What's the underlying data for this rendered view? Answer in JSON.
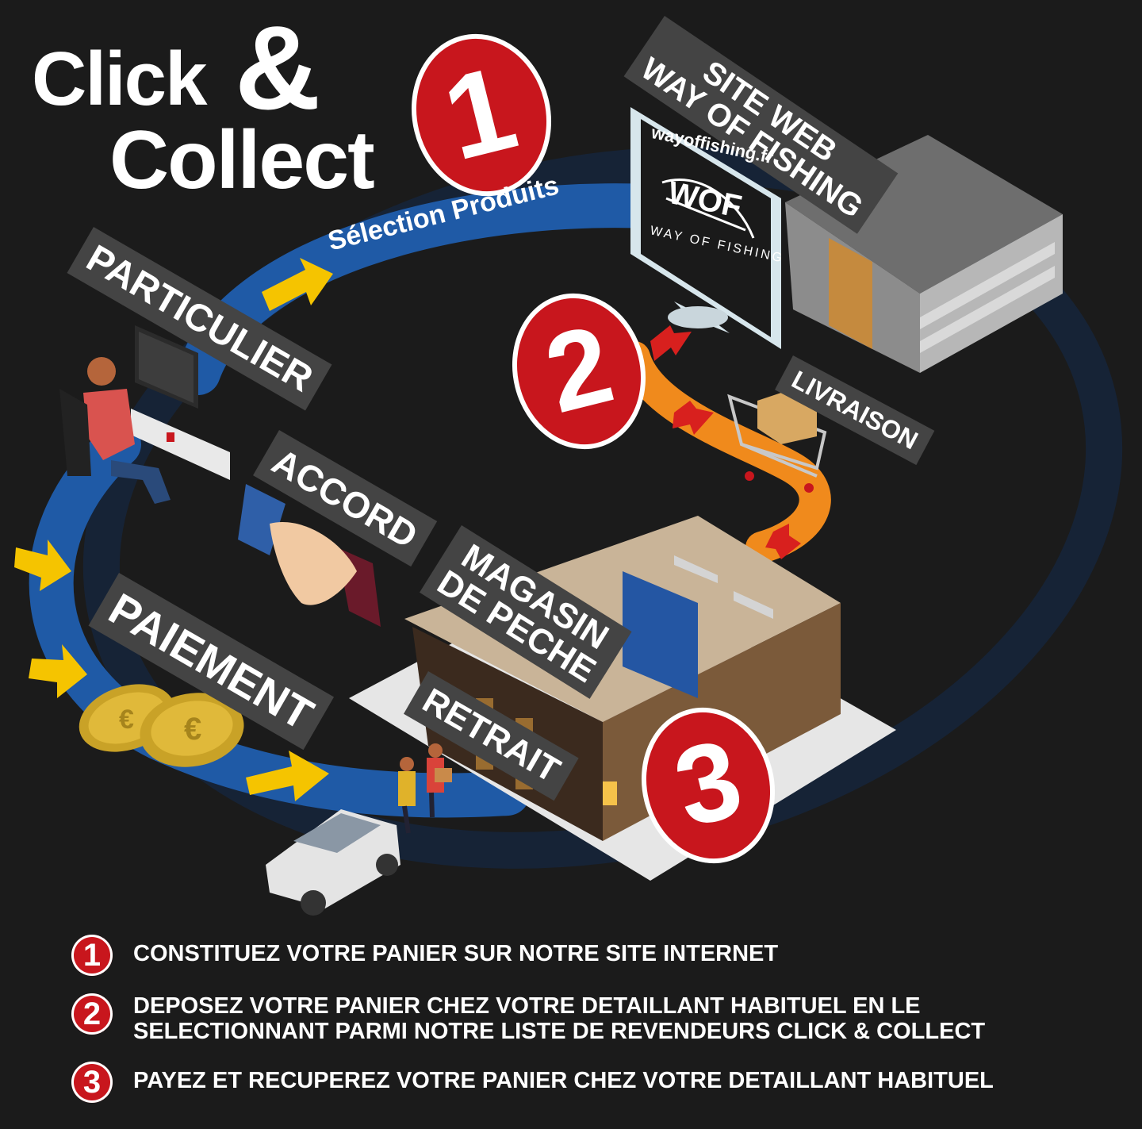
{
  "title": {
    "click": "Click",
    "amp": "&",
    "collect": "Collect"
  },
  "labels": {
    "site_web": "SITE WEB\nWAY OF FISHING",
    "particulier": "PARTICULIER",
    "livraison": "LIVRAISON",
    "accord": "ACCORD",
    "magasin": "MAGASIN\nDE PECHE",
    "paiement": "PAIEMENT",
    "retrait": "RETRAIT",
    "selection_produits": "Sélection Produits"
  },
  "website": {
    "url": "wayoffishing.fr",
    "brand": "WAY OF FISHING",
    "logo": "WOF"
  },
  "big_numbers": [
    "1",
    "2",
    "3"
  ],
  "steps": [
    {
      "number": "1",
      "text": "CONSTITUEZ VOTRE PANIER SUR NOTRE SITE INTERNET"
    },
    {
      "number": "2",
      "text": "DEPOSEZ VOTRE PANIER CHEZ VOTRE DETAILLANT HABITUEL EN LE SELECTIONNANT PARMI NOTRE LISTE DE REVENDEURS CLICK & COLLECT"
    },
    {
      "number": "3",
      "text": "PAYEZ ET RECUPEREZ VOTRE PANIER CHEZ VOTRE DETAILLANT HABITUEL"
    }
  ],
  "colors": {
    "background": "#1b1b1b",
    "badge_red": "#c8161d",
    "flow_blue": "#1f5aa6",
    "arrow_yellow": "#f5c400",
    "flow_orange": "#f08a1c",
    "label_grey": "#444444"
  },
  "icons": [
    "website-monitor-icon",
    "warehouse-icon",
    "shopping-cart-icon",
    "handshake-icon",
    "coins-icon",
    "shop-icon",
    "car-icon",
    "person-at-desk-icon"
  ]
}
